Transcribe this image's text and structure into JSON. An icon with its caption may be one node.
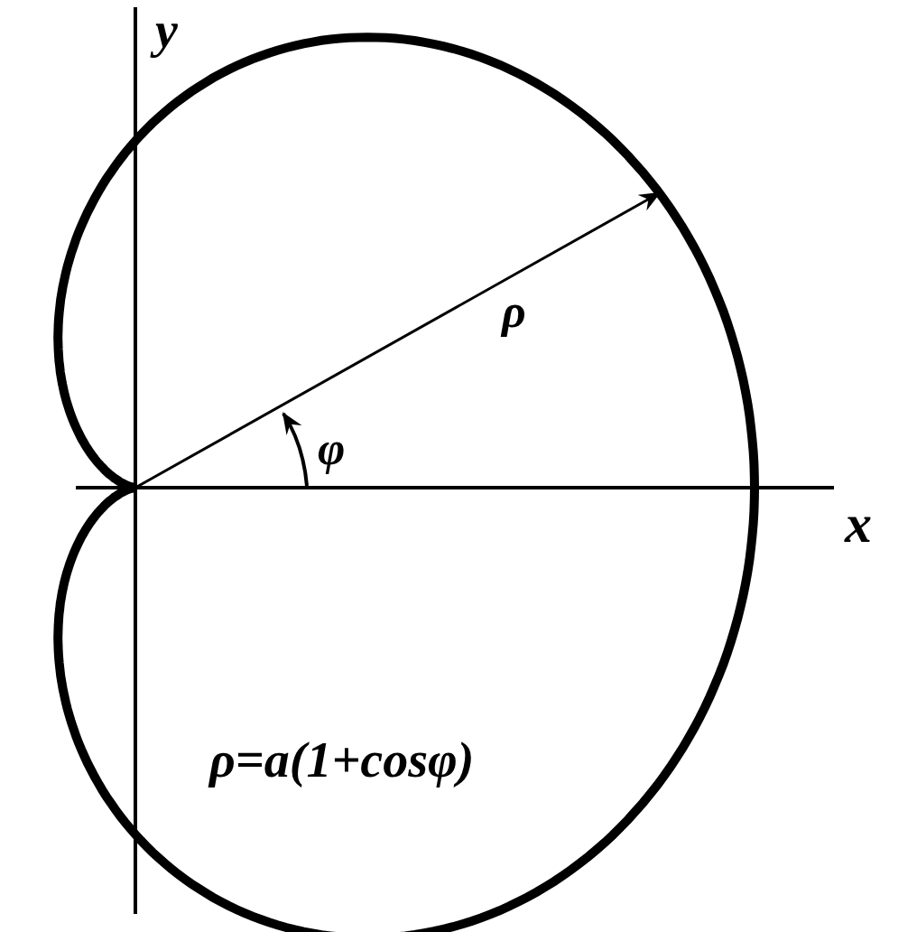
{
  "diagram": {
    "labels": [
      "y",
      "ρ",
      "φ",
      "x",
      "ρ=a(1+cosφ)"
    ]
  }
}
